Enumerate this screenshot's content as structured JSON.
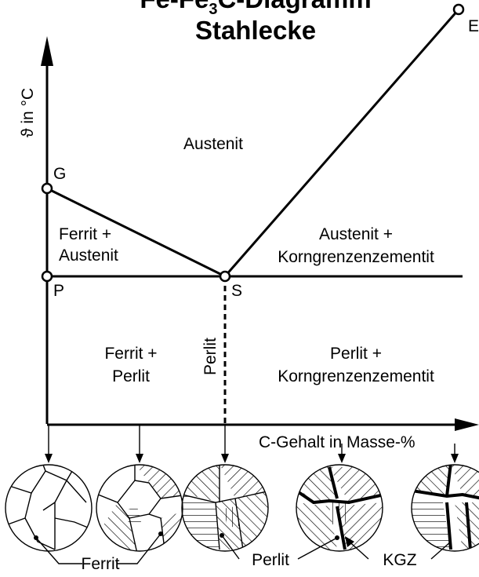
{
  "title": {
    "line1_pre": "Fe-Fe",
    "line1_sub": "3",
    "line1_post": "C-Diagramm",
    "line2": "Stahlecke"
  },
  "axes": {
    "y_label": "ϑ in °C",
    "x_label": "C-Gehalt in Masse-%"
  },
  "points": {
    "G": "G",
    "P": "P",
    "S": "S",
    "E": "E"
  },
  "regions": {
    "austenit": "Austenit",
    "ferrit_austenit_1": "Ferrit +",
    "ferrit_austenit_2": "Austenit",
    "austenit_kgz_1": "Austenit +",
    "austenit_kgz_2": "Korngrenzenzementit",
    "ferrit_perlit_1": "Ferrit +",
    "ferrit_perlit_2": "Perlit",
    "perlit_vertical": "Perlit",
    "perlit_kgz_1": "Perlit +",
    "perlit_kgz_2": "Korngrenzenzementit"
  },
  "microstructure_labels": {
    "ferrit": "Ferrit",
    "perlit": "Perlit",
    "kgz": "KGZ"
  }
}
